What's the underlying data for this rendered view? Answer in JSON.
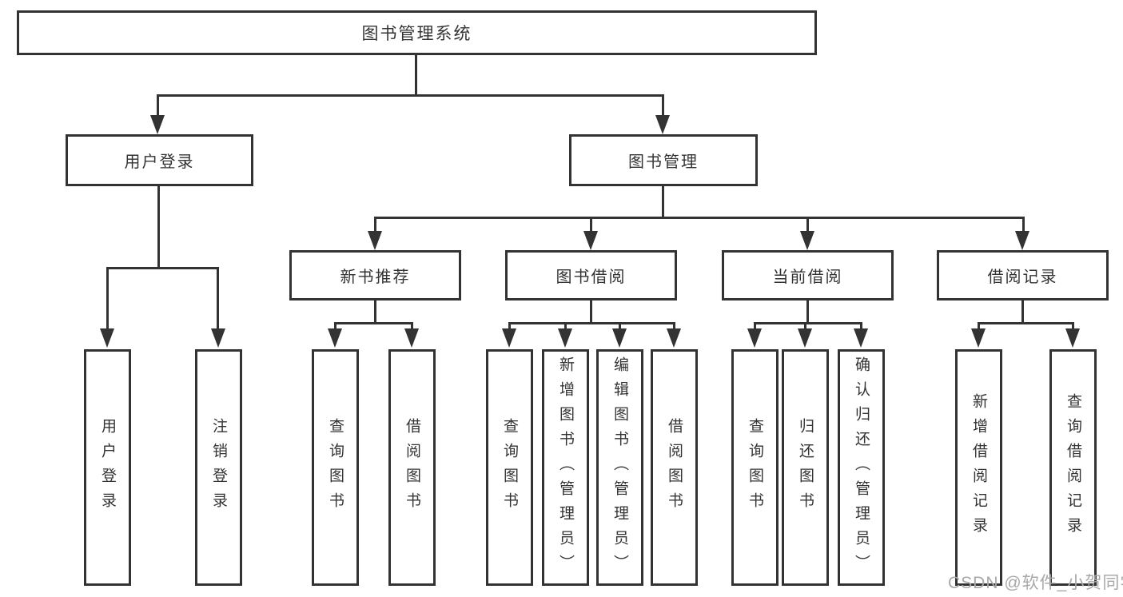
{
  "tree": {
    "root": {
      "label": "图书管理系统"
    },
    "branches": [
      {
        "label": "用户登录",
        "children": [
          {
            "label": "用户登录"
          },
          {
            "label": "注销登录"
          }
        ]
      },
      {
        "label": "图书管理",
        "children": [
          {
            "label": "新书推荐",
            "children": [
              {
                "label": "查询图书"
              },
              {
                "label": "借阅图书"
              }
            ]
          },
          {
            "label": "图书借阅",
            "children": [
              {
                "label": "查询图书"
              },
              {
                "label": "新增图书（管理员）"
              },
              {
                "label": "编辑图书（管理员）"
              },
              {
                "label": "借阅图书"
              }
            ]
          },
          {
            "label": "当前借阅",
            "children": [
              {
                "label": "查询图书"
              },
              {
                "label": "归还图书"
              },
              {
                "label": "确认归还（管理员）"
              }
            ]
          },
          {
            "label": "借阅记录",
            "children": [
              {
                "label": "新增借阅记录"
              },
              {
                "label": "查询借阅记录"
              }
            ]
          }
        ]
      }
    ]
  },
  "watermark": {
    "text": "CSDN @软件_小贺同学"
  },
  "colors": {
    "line": "#333333",
    "text": "#333333",
    "wm": "#a8a8a8",
    "bg": "#ffffff"
  }
}
